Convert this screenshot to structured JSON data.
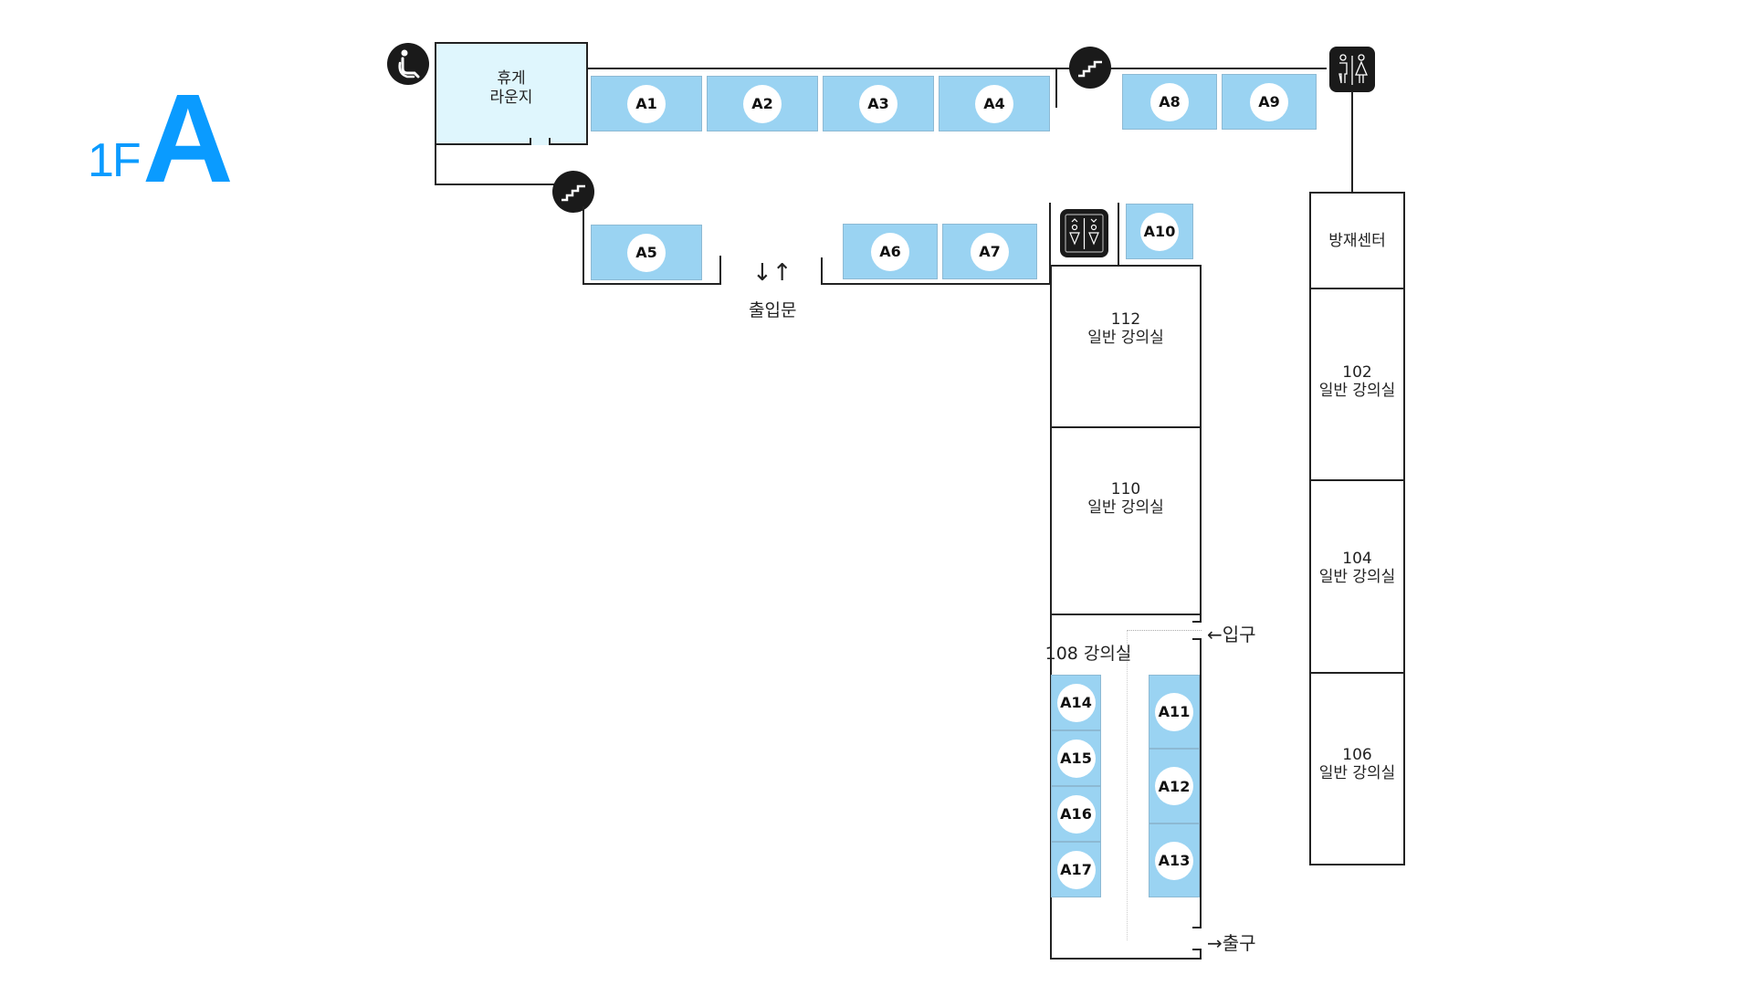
{
  "title": {
    "floor": "1F",
    "zone": "A"
  },
  "colors": {
    "accent": "#0A9BFF",
    "booth": "#9AD3F2",
    "lounge": "#DFF6FD",
    "wall": "#222222"
  },
  "icons": {
    "wheelchair": "accessible-wheelchair-icon",
    "stairs": "stairs-icon",
    "restroom": "restroom-icon",
    "elevator": "elevator-icon"
  },
  "lounge": {
    "line1": "휴게",
    "line2": "라운지"
  },
  "entrance": {
    "arrows": "↓↑",
    "label": "출입문"
  },
  "booths": {
    "A1": "A1",
    "A2": "A2",
    "A3": "A3",
    "A4": "A4",
    "A5": "A5",
    "A6": "A6",
    "A7": "A7",
    "A8": "A8",
    "A9": "A9",
    "A10": "A10",
    "A11": "A11",
    "A12": "A12",
    "A13": "A13",
    "A14": "A14",
    "A15": "A15",
    "A16": "A16",
    "A17": "A17"
  },
  "rooms": {
    "r112": {
      "number": "112",
      "name": "일반 강의실"
    },
    "r110": {
      "number": "110",
      "name": "일반 강의실"
    },
    "r108": {
      "label": "108 강의실"
    },
    "disaster": {
      "name": "방재센터"
    },
    "r102": {
      "number": "102",
      "name": "일반 강의실"
    },
    "r104": {
      "number": "104",
      "name": "일반 강의실"
    },
    "r106": {
      "number": "106",
      "name": "일반 강의실"
    }
  },
  "room108_entry": "←입구",
  "room108_exit": "→출구"
}
